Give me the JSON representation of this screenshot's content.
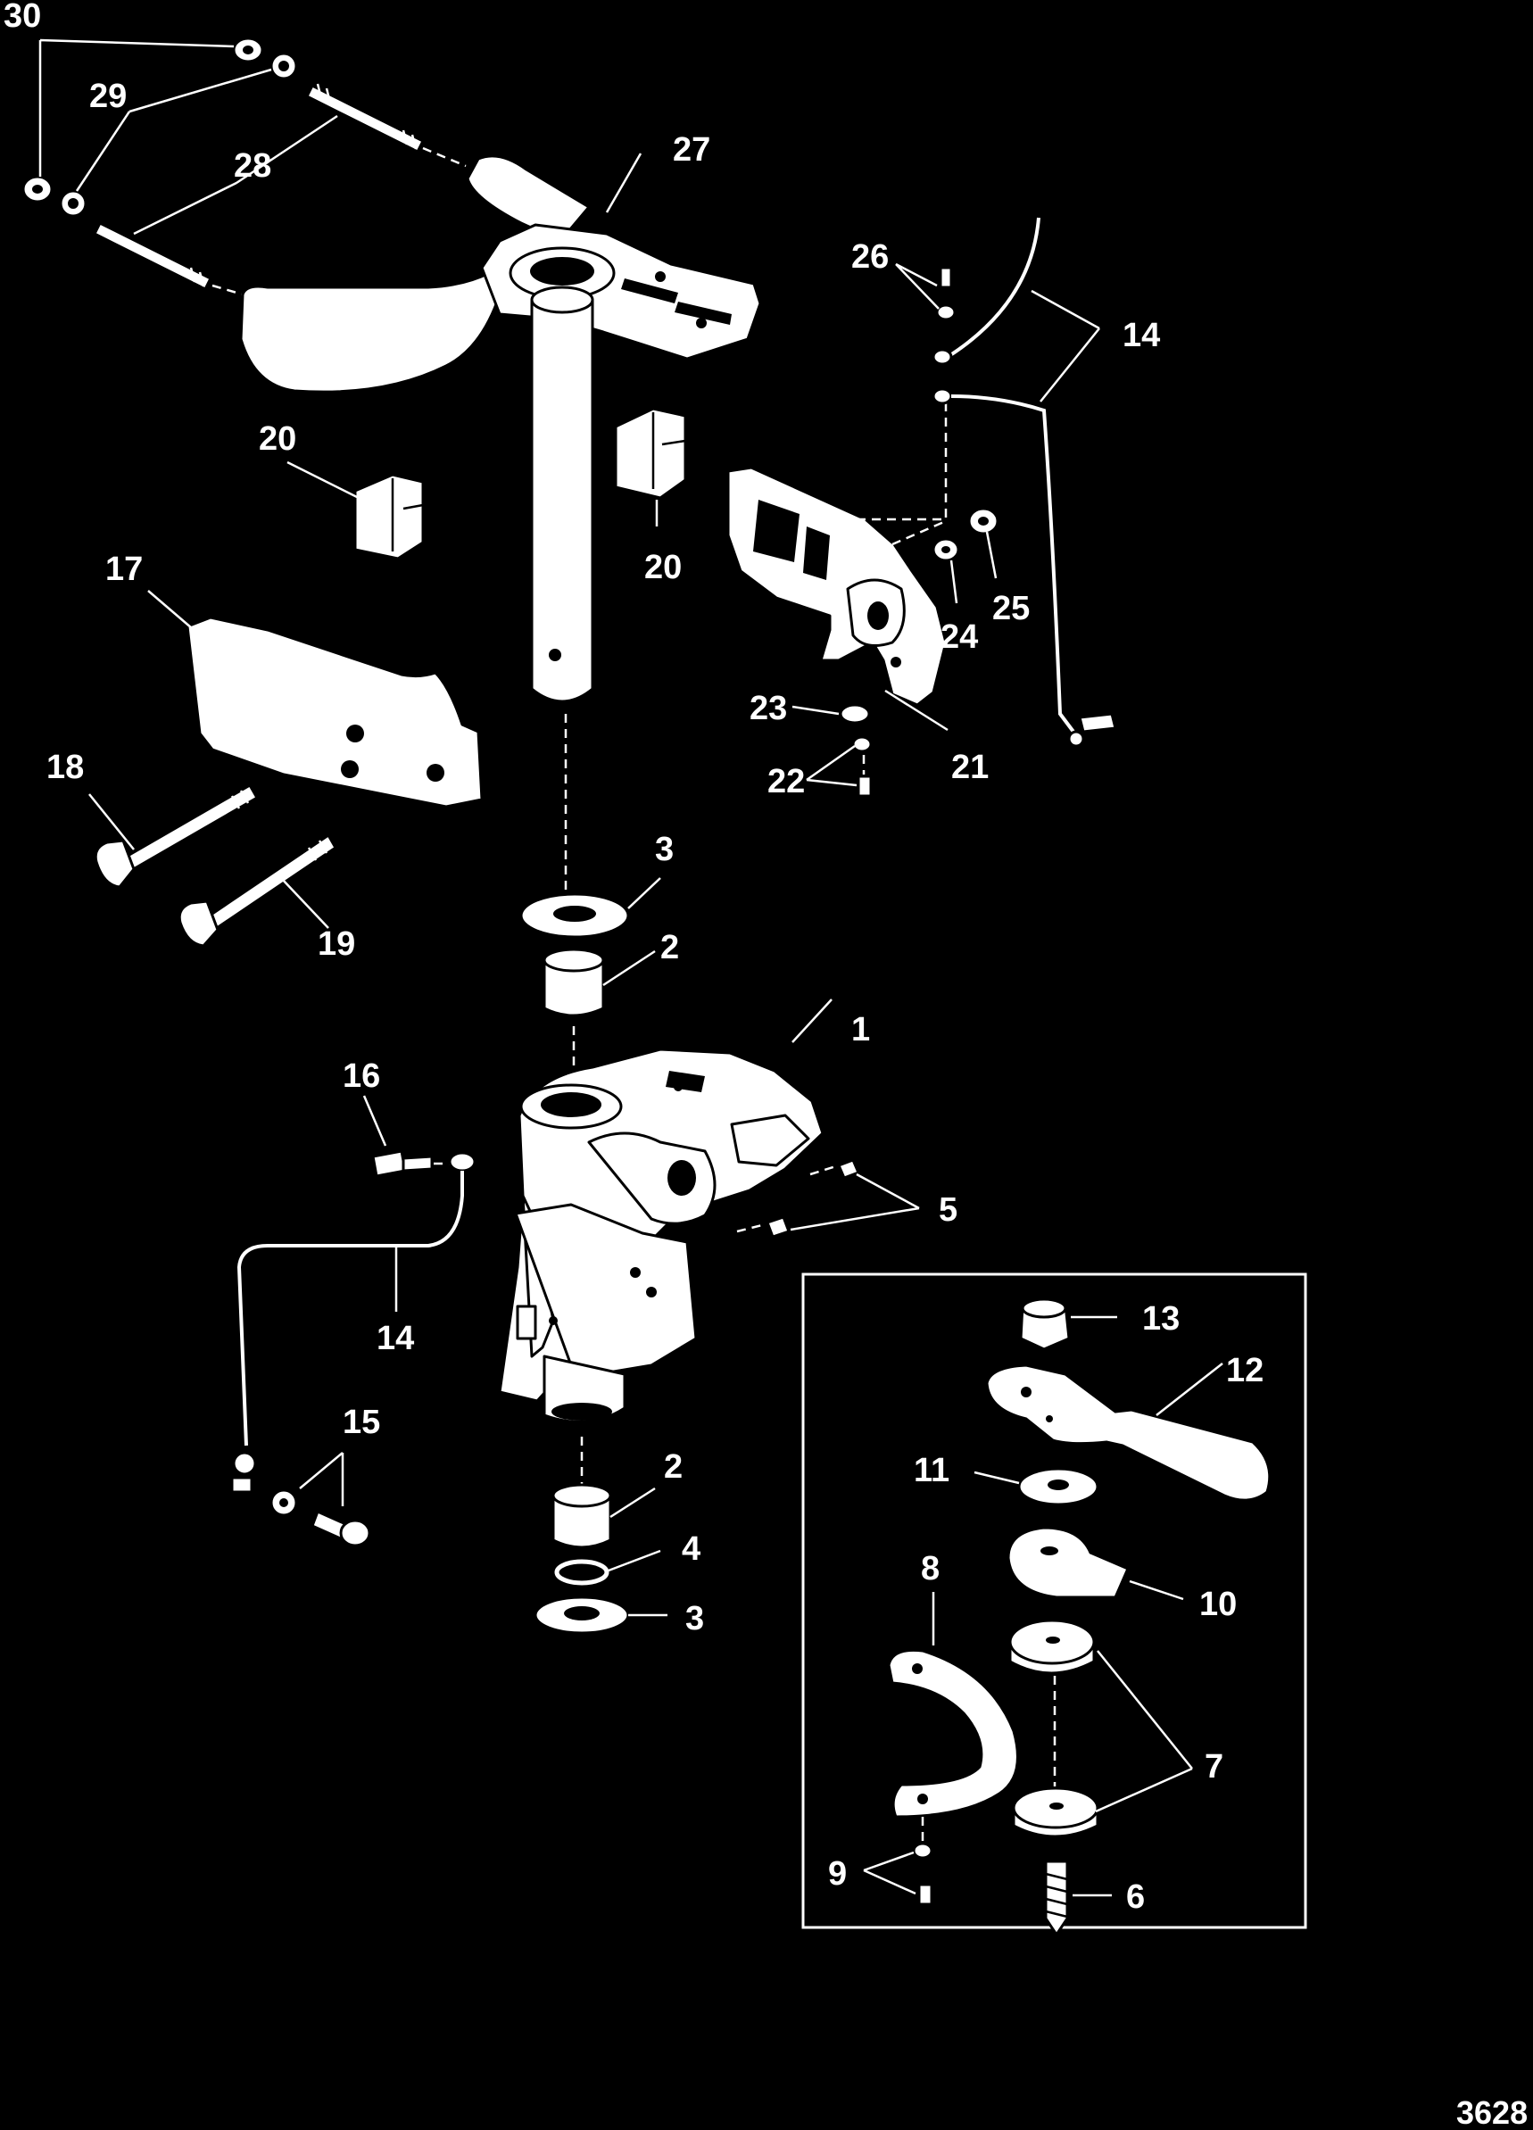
{
  "diagram": {
    "figure_number": "3628",
    "callouts": {
      "c1": "1",
      "c2a": "2",
      "c2b": "2",
      "c3a": "3",
      "c3b": "3",
      "c4": "4",
      "c5": "5",
      "c6": "6",
      "c7": "7",
      "c8": "8",
      "c9": "9",
      "c10": "10",
      "c11": "11",
      "c12": "12",
      "c13": "13",
      "c14a": "14",
      "c14b": "14",
      "c15": "15",
      "c16": "16",
      "c17": "17",
      "c18": "18",
      "c19": "19",
      "c20a": "20",
      "c20b": "20",
      "c21": "21",
      "c22": "22",
      "c23": "23",
      "c24": "24",
      "c25": "25",
      "c26": "26",
      "c27": "27",
      "c28": "28",
      "c29": "29",
      "c30": "30"
    }
  }
}
